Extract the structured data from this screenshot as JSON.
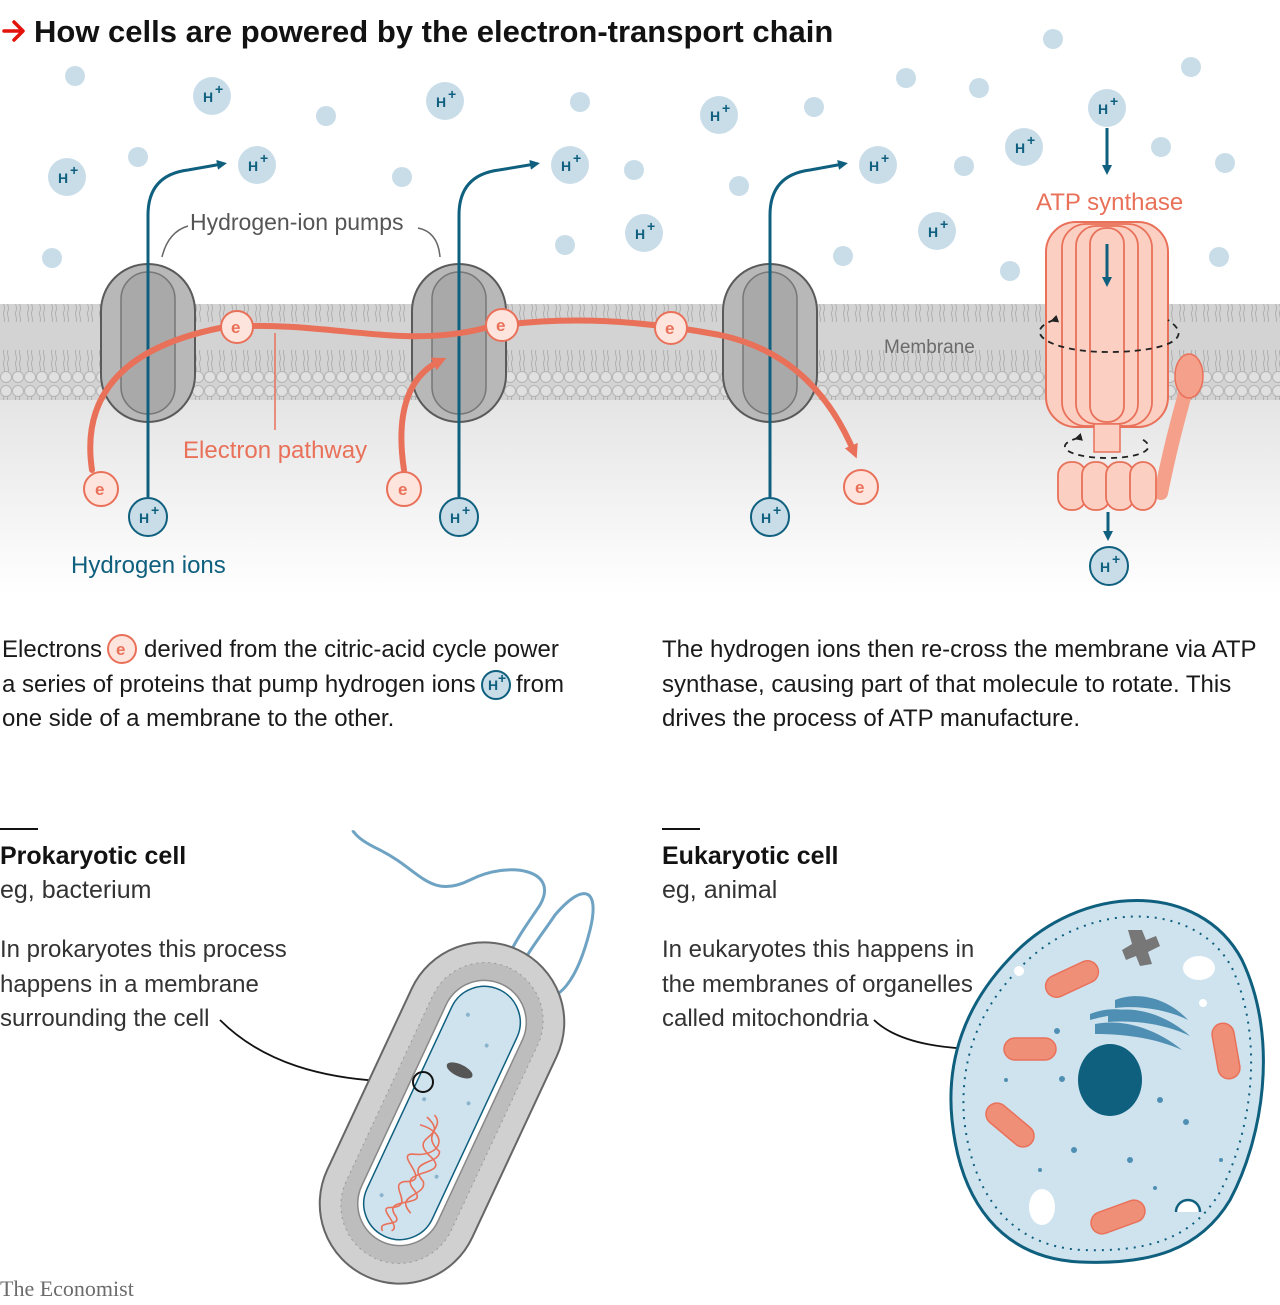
{
  "title": "How cells are powered by the electron-transport chain",
  "labels": {
    "pumps": "Hydrogen-ion pumps",
    "atp_synthase": "ATP synthase",
    "membrane": "Membrane",
    "electron_pathway": "Electron pathway",
    "hydrogen_ions": "Hydrogen ions",
    "electron_symbol": "e",
    "ion_symbol": "H",
    "ion_charge": "+"
  },
  "explanation_left": {
    "line1_before": "Electrons",
    "line1_after": "derived from the citric-acid cycle power",
    "line2_before": "a series of proteins that pump hydrogen ions",
    "line2_after": "from",
    "line3": "one side of a membrane to the other."
  },
  "explanation_right": {
    "line1": "The hydrogen ions then re-cross the membrane via ATP",
    "line2": "synthase, causing part of that molecule to rotate. This",
    "line3": "drives the process of ATP manufacture."
  },
  "prokaryote": {
    "heading": "Prokaryotic cell",
    "example": "eg, bacterium",
    "caption_lines": [
      "In prokaryotes this process",
      "happens in a membrane",
      "surrounding the cell"
    ]
  },
  "eukaryote": {
    "heading": "Eukaryotic cell",
    "example": "eg, animal",
    "caption_lines": [
      "In eukaryotes this happens in",
      "the membranes of organelles",
      "called mitochondria"
    ]
  },
  "source": "The Economist",
  "colors": {
    "accent_red": "#e3120b",
    "electron": "#e9715a",
    "ion_dark": "#0f5f7e",
    "ion_fill": "#c9dde9",
    "membrane": "#cfcfcf",
    "cell_fill": "#cfe3ef"
  }
}
